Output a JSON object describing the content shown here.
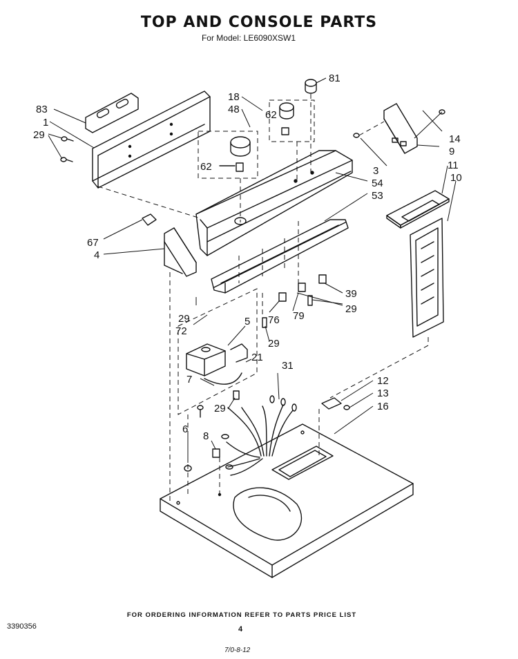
{
  "header": {
    "title": "TOP AND CONSOLE PARTS",
    "subtitle": "For Model: LE6090XSW1"
  },
  "callouts": [
    {
      "id": "c83",
      "text": "83"
    },
    {
      "id": "c1",
      "text": "1"
    },
    {
      "id": "c29a",
      "text": "29"
    },
    {
      "id": "c18",
      "text": "18"
    },
    {
      "id": "c48",
      "text": "48"
    },
    {
      "id": "c62a",
      "text": "62"
    },
    {
      "id": "c62b",
      "text": "62"
    },
    {
      "id": "c81",
      "text": "81"
    },
    {
      "id": "c14",
      "text": "14"
    },
    {
      "id": "c9",
      "text": "9"
    },
    {
      "id": "c3",
      "text": "3"
    },
    {
      "id": "c54",
      "text": "54"
    },
    {
      "id": "c53",
      "text": "53"
    },
    {
      "id": "c11",
      "text": "11"
    },
    {
      "id": "c10",
      "text": "10"
    },
    {
      "id": "c67",
      "text": "67"
    },
    {
      "id": "c4",
      "text": "4"
    },
    {
      "id": "c39",
      "text": "39"
    },
    {
      "id": "c29b",
      "text": "29"
    },
    {
      "id": "c29c",
      "text": "29"
    },
    {
      "id": "c76",
      "text": "76"
    },
    {
      "id": "c79",
      "text": "79"
    },
    {
      "id": "c72",
      "text": "72"
    },
    {
      "id": "c5",
      "text": "5"
    },
    {
      "id": "c29d",
      "text": "29"
    },
    {
      "id": "c21",
      "text": "21"
    },
    {
      "id": "c31",
      "text": "31"
    },
    {
      "id": "c7",
      "text": "7"
    },
    {
      "id": "c29e",
      "text": "29"
    },
    {
      "id": "c12",
      "text": "12"
    },
    {
      "id": "c13",
      "text": "13"
    },
    {
      "id": "c16",
      "text": "16"
    },
    {
      "id": "c6",
      "text": "6"
    },
    {
      "id": "c8",
      "text": "8"
    }
  ],
  "footer": {
    "ordering_note": "FOR ORDERING INFORMATION REFER TO PARTS PRICE LIST",
    "doc_number": "3390356",
    "page_number": "4",
    "revision": "7/0-8-12"
  }
}
